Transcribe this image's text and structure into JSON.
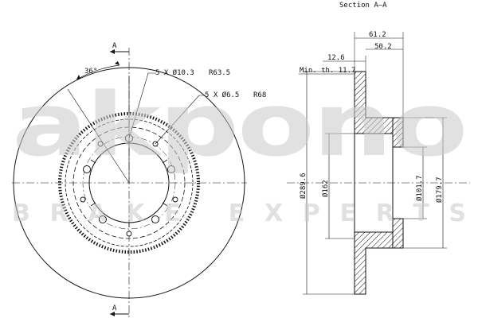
{
  "section_title": "Section A–A",
  "section_marker": "A",
  "front_view": {
    "angle_label": "36°",
    "hole_callout_1": "5 X Ø10.3",
    "radius_1": "R63.5",
    "hole_callout_2": "5 X Ø6.5",
    "radius_2": "R68"
  },
  "side_view": {
    "overall_width": "61.2",
    "hat_depth": "50.2",
    "thickness": "12.6",
    "min_thickness_label": "Min. th. 11.7",
    "outer_diameter": "Ø289.6",
    "inner_diameter": "Ø162",
    "hub_bore": "Ø101.7",
    "hat_diameter": "Ø179.7"
  },
  "watermark": {
    "brand": "akpono",
    "tagline": "BRAKE EXPERTS"
  },
  "colors": {
    "line": "#111111",
    "watermark": "#c9c9c9"
  }
}
